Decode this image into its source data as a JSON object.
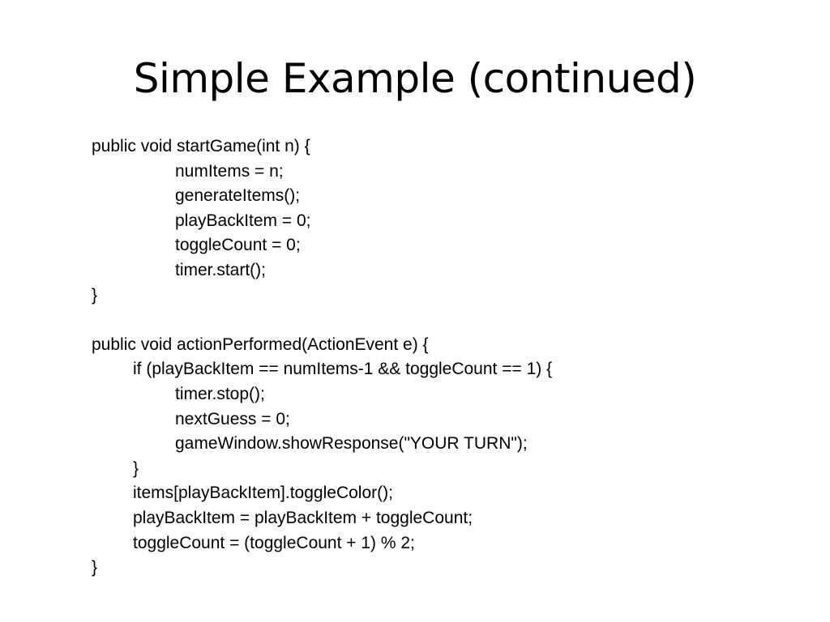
{
  "slide": {
    "title": "Simple Example (continued)",
    "code_lines": [
      {
        "indent": 0,
        "text": "public void startGame(int n) {"
      },
      {
        "indent": 2,
        "text": "numItems = n;"
      },
      {
        "indent": 2,
        "text": "generateItems();"
      },
      {
        "indent": 2,
        "text": "playBackItem = 0;"
      },
      {
        "indent": 2,
        "text": "toggleCount = 0;"
      },
      {
        "indent": 2,
        "text": "timer.start();"
      },
      {
        "indent": 0,
        "text": "}"
      },
      {
        "indent": 0,
        "text": ""
      },
      {
        "indent": 0,
        "text": "public void actionPerformed(ActionEvent e) {"
      },
      {
        "indent": 1,
        "text": "if (playBackItem == numItems-1 && toggleCount == 1) {"
      },
      {
        "indent": 2,
        "text": "timer.stop();"
      },
      {
        "indent": 2,
        "text": "nextGuess = 0;"
      },
      {
        "indent": 2,
        "text": "gameWindow.showResponse(\"YOUR TURN\");"
      },
      {
        "indent": 1,
        "text": "}"
      },
      {
        "indent": 1,
        "text": "items[playBackItem].toggleColor();"
      },
      {
        "indent": 1,
        "text": "playBackItem = playBackItem + toggleCount;"
      },
      {
        "indent": 1,
        "text": "toggleCount = (toggleCount + 1) % 2;"
      },
      {
        "indent": 0,
        "text": "}"
      }
    ]
  }
}
